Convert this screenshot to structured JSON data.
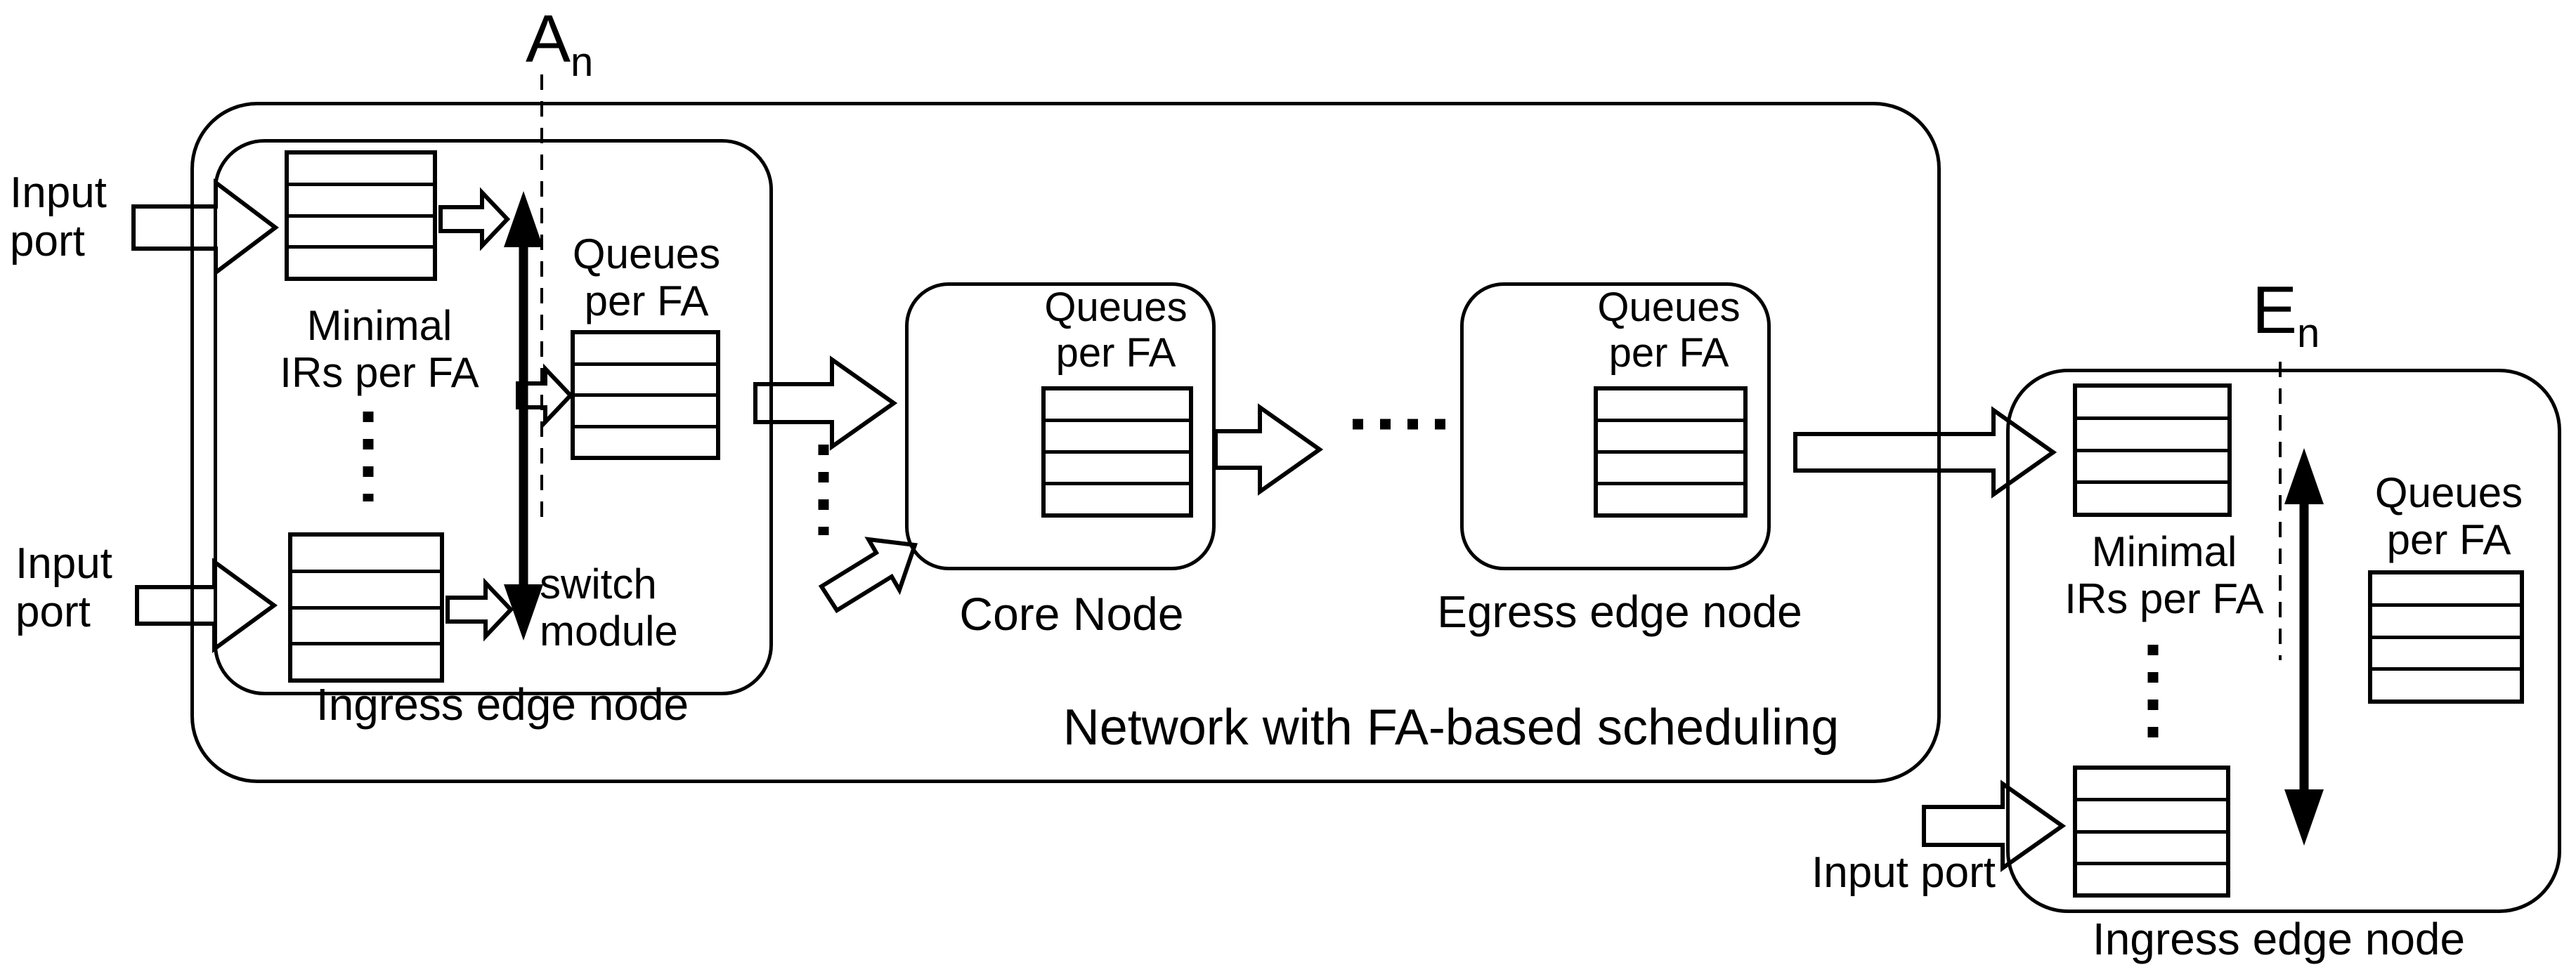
{
  "colors": {
    "line": "#000000",
    "background": "#ffffff"
  },
  "network": {
    "label": "Network with FA-based scheduling"
  },
  "left_ingress": {
    "title": "Ingress edge node",
    "input_port_top": {
      "line1": "Input",
      "line2": "port"
    },
    "input_port_bottom": {
      "line1": "Input",
      "line2": "port"
    },
    "minimal_irs": {
      "line1": "Minimal",
      "line2": "IRs per FA"
    },
    "queues": {
      "line1": "Queues",
      "line2": "per FA"
    },
    "switch_module": {
      "line1": "switch",
      "line2": "module"
    },
    "aggregation_marker": {
      "base": "A",
      "sub": "n"
    }
  },
  "core": {
    "title": "Core Node",
    "queues": {
      "line1": "Queues",
      "line2": "per FA"
    }
  },
  "egress": {
    "title": "Egress edge node",
    "queues": {
      "line1": "Queues",
      "line2": "per FA"
    }
  },
  "right_ingress": {
    "title": "Ingress edge node",
    "input_port": "Input port",
    "minimal_irs": {
      "line1": "Minimal",
      "line2": "IRs per FA"
    },
    "queues": {
      "line1": "Queues",
      "line2": "per FA"
    },
    "egress_marker": {
      "base": "E",
      "sub": "n"
    }
  }
}
